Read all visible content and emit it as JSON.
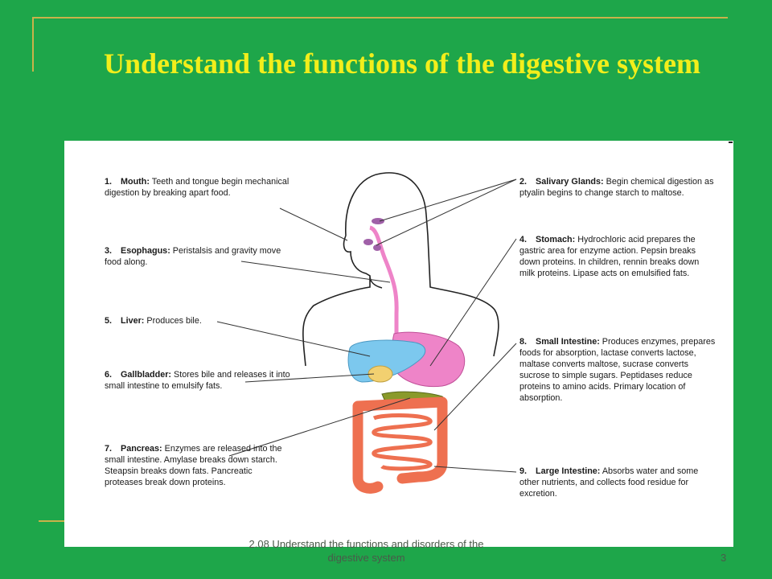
{
  "slide": {
    "title": "Understand the functions of the digestive system",
    "footer": "2.08 Understand the functions and disorders of the digestive system",
    "page_number": "3"
  },
  "diagram": {
    "labels": [
      {
        "num": "1.",
        "name": "Mouth:",
        "text": "Teeth and tongue begin mechanical digestion by breaking apart food."
      },
      {
        "num": "2.",
        "name": "Salivary Glands:",
        "text": "Begin chemical digestion as ptyalin begins to change starch to maltose."
      },
      {
        "num": "3.",
        "name": "Esophagus:",
        "text": "Peristalsis and gravity move food along."
      },
      {
        "num": "4.",
        "name": "Stomach:",
        "text": "Hydrochloric acid prepares the gastric area for enzyme action. Pepsin breaks down proteins. In children, rennin breaks down milk proteins. Lipase acts on emulsified fats."
      },
      {
        "num": "5.",
        "name": "Liver:",
        "text": "Produces bile."
      },
      {
        "num": "6.",
        "name": "Gallbladder:",
        "text": "Stores bile and releases it into small intestine to emulsify fats."
      },
      {
        "num": "7.",
        "name": "Pancreas:",
        "text": "Enzymes are released into the small intestine. Amylase breaks down starch. Steapsin breaks down fats. Pancreatic proteases break down proteins."
      },
      {
        "num": "8.",
        "name": "Small Intestine:",
        "text": "Produces enzymes, prepares foods for absorption, lactase converts lactose, maltase converts maltose, sucrase converts sucrose to simple sugars. Peptidases reduce proteins to amino acids. Primary location of absorption."
      },
      {
        "num": "9.",
        "name": "Large Intestine:",
        "text": "Absorbs water and some other nutrients, and collects food residue for excretion."
      }
    ]
  },
  "colors": {
    "background": "#1ea64a",
    "title": "#f2ee1b",
    "liver": "#7cc8ee",
    "stomach": "#ee84c8",
    "intestine": "#ee7050",
    "pancreas": "#8a9a2a",
    "gallbladder": "#f2d070",
    "glands": "#a060a8"
  }
}
